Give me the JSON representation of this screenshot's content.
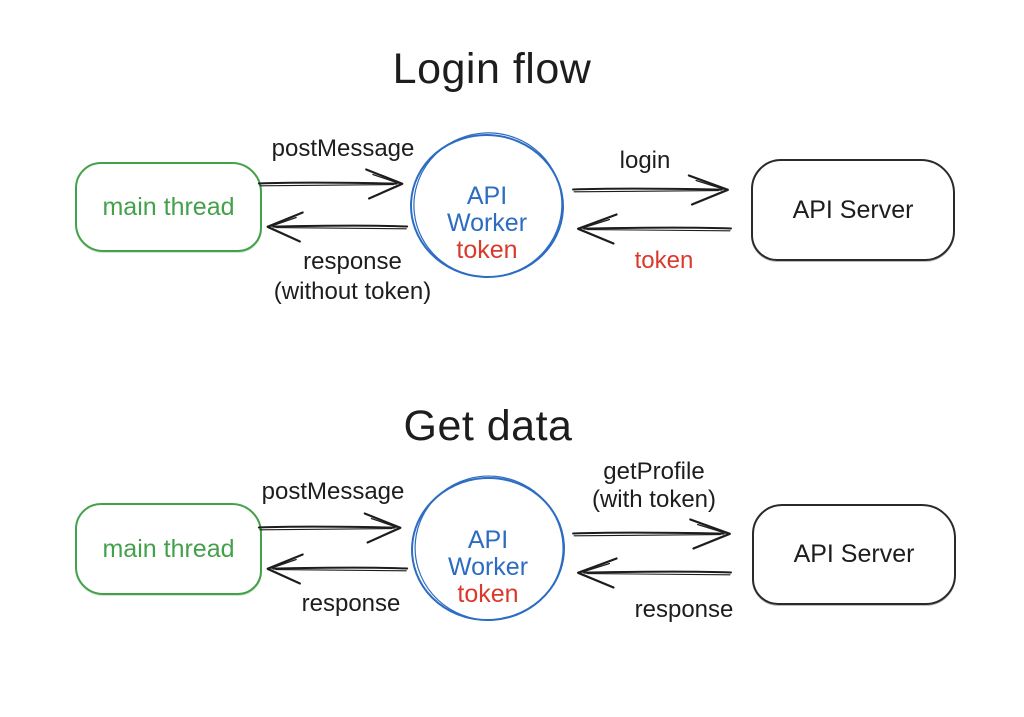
{
  "colors": {
    "green": "#43a04b",
    "blue": "#2c6cc2",
    "red": "#d93a2c",
    "ink": "#1d1d1d",
    "bg": "#ffffff"
  },
  "diagrams": [
    {
      "title": "Login flow",
      "main_thread_label": "main thread",
      "worker": {
        "line1": "API",
        "line2": "Worker",
        "line3": "token"
      },
      "api_server_label": "API Server",
      "labels": {
        "to_worker": "postMessage",
        "from_worker_line1": "response",
        "from_worker_line2": "(without token)",
        "to_server_line1": "login",
        "to_server_line2": "",
        "from_server": "token",
        "from_server_style": "color:#d93a2c"
      }
    },
    {
      "title": "Get data",
      "main_thread_label": "main thread",
      "worker": {
        "line1": "API",
        "line2": "Worker",
        "line3": "token"
      },
      "api_server_label": "API Server",
      "labels": {
        "to_worker": "postMessage",
        "from_worker_line1": "response",
        "from_worker_line2": "",
        "to_server_line1": "getProfile",
        "to_server_line2": "(with token)",
        "from_server": "response",
        "from_server_style": "color:#1d1d1d"
      }
    }
  ]
}
